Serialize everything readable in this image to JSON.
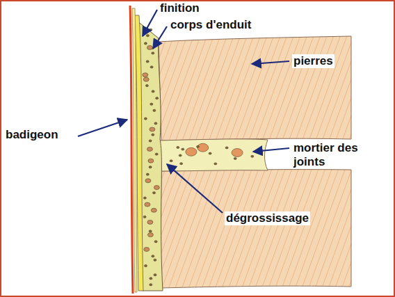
{
  "diagram": {
    "labels": [
      "finition",
      "corps d'enduit",
      "pierres",
      "badigeon",
      "mortier des joints",
      "dégrossissage"
    ]
  }
}
